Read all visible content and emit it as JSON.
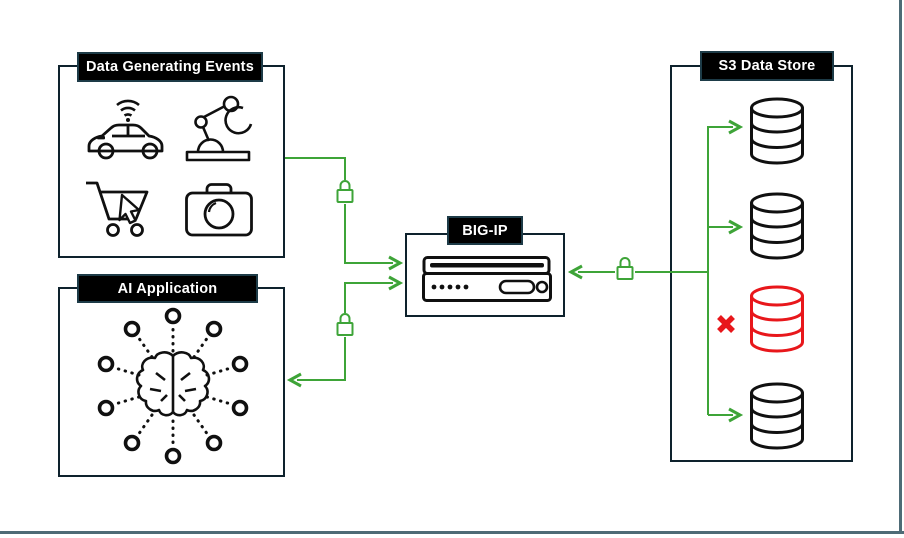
{
  "page": {
    "background": "#ffffff",
    "frame_color": "#4e6b76"
  },
  "diagram": {
    "nodes": {
      "data_generating_events": {
        "label": "Data Generating Events",
        "icons": [
          "connected-car-icon",
          "robot-arm-icon",
          "shopping-cart-icon",
          "camera-icon"
        ]
      },
      "ai_application": {
        "label": "AI Application",
        "icons": [
          "brain-network-icon"
        ]
      },
      "big_ip": {
        "label": "BIG-IP",
        "icons": [
          "network-appliance-icon"
        ]
      },
      "s3_data_store": {
        "label": "S3 Data Store",
        "buckets": [
          {
            "id": 1,
            "state": "allowed"
          },
          {
            "id": 2,
            "state": "allowed"
          },
          {
            "id": 3,
            "state": "blocked",
            "marker": "red-x"
          },
          {
            "id": 4,
            "state": "allowed"
          }
        ]
      }
    },
    "connections": [
      {
        "from": "data-generating-events",
        "to": "big-ip",
        "encrypted": true,
        "lock_icon": true
      },
      {
        "from": "big-ip",
        "to": "ai-application",
        "encrypted": true,
        "lock_icon": true,
        "bidirectional": true
      },
      {
        "from": "s3-data-store",
        "to": "big-ip",
        "encrypted": true,
        "lock_icon": true
      }
    ],
    "colors": {
      "connector_green": "#3ea438",
      "blocked_red": "#e8171b",
      "node_border": "#0e222d",
      "label_bg": "#000000",
      "label_border": "#1d3b47",
      "label_text": "#ffffff",
      "frame": "#4e6b76"
    }
  }
}
